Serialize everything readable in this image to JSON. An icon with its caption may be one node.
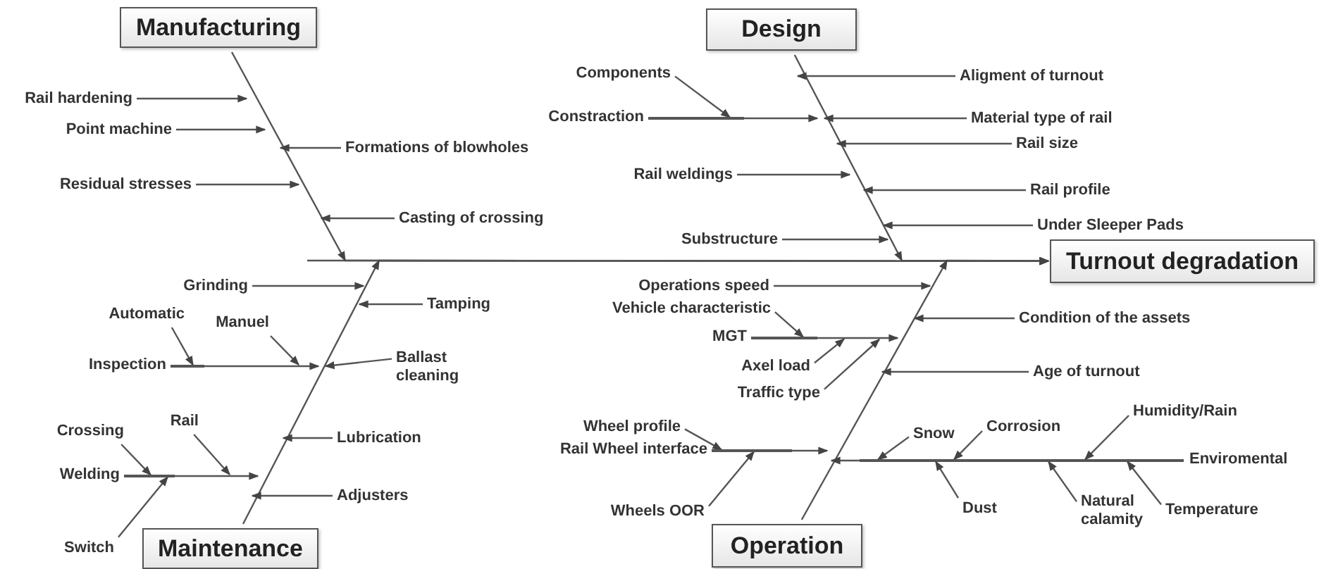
{
  "diagram": {
    "nodes": [
      {
        "text": [
          "Manufacturing"
        ]
      },
      {
        "text": [
          "Rail hardening"
        ]
      },
      {
        "text": [
          "Point machine"
        ]
      },
      {
        "text": [
          "Formations of blowholes"
        ]
      },
      {
        "text": [
          "Residual stresses"
        ]
      },
      {
        "text": [
          "Casting of crossing"
        ]
      },
      {
        "text": [
          "Design"
        ]
      },
      {
        "text": [
          "Components"
        ]
      },
      {
        "text": [
          "Aligment of turnout"
        ]
      },
      {
        "text": [
          "Constraction"
        ]
      },
      {
        "text": [
          "Material type of rail"
        ]
      },
      {
        "text": [
          "Rail size"
        ]
      },
      {
        "text": [
          "Rail weldings"
        ]
      },
      {
        "text": [
          "Rail profile"
        ]
      },
      {
        "text": [
          "Under Sleeper Pads"
        ]
      },
      {
        "text": [
          "Substructure"
        ]
      },
      {
        "text": [
          "Turnout degradation"
        ]
      },
      {
        "text": [
          "Grinding"
        ]
      },
      {
        "text": [
          "Tamping"
        ]
      },
      {
        "text": [
          "Automatic"
        ]
      },
      {
        "text": [
          "Manuel"
        ]
      },
      {
        "text": [
          "Inspection"
        ]
      },
      {
        "text": [
          "Ballast cleaning"
        ]
      },
      {
        "text": [
          "Crossing"
        ]
      },
      {
        "text": [
          "Rail"
        ]
      },
      {
        "text": [
          "Welding"
        ]
      },
      {
        "text": [
          "Lubrication"
        ]
      },
      {
        "text": [
          "Adjusters"
        ]
      },
      {
        "text": [
          "Switch"
        ]
      },
      {
        "text": [
          "Maintenance"
        ]
      },
      {
        "text": [
          "Operations speed"
        ]
      },
      {
        "text": [
          "Vehicle characteristic"
        ]
      },
      {
        "text": [
          "Condition of the assets"
        ]
      },
      {
        "text": [
          "MGT"
        ]
      },
      {
        "text": [
          "Axel load"
        ]
      },
      {
        "text": [
          "Age of turnout"
        ]
      },
      {
        "text": [
          "Traffic type"
        ]
      },
      {
        "text": [
          "Humidity/Rain"
        ]
      },
      {
        "text": [
          "Wheel profile"
        ]
      },
      {
        "text": [
          "Snow"
        ]
      },
      {
        "text": [
          "Corrosion"
        ]
      },
      {
        "text": [
          "Rail Wheel interface"
        ]
      },
      {
        "text": [
          "Enviromental"
        ]
      },
      {
        "text": [
          "Wheels OOR"
        ]
      },
      {
        "text": [
          "Dust"
        ]
      },
      {
        "text": [
          "Natural calamity"
        ]
      },
      {
        "text": [
          "Temperature"
        ]
      },
      {
        "text": [
          "Operation"
        ]
      }
    ],
    "edges": [
      {
        "from": null,
        "to": 16,
        "arrow": "to"
      },
      {
        "from": 0,
        "to": 16,
        "arrow": "to"
      },
      {
        "from": 1,
        "to": null,
        "arrow": "to"
      },
      {
        "from": 2,
        "to": null,
        "arrow": "to"
      },
      {
        "from": 3,
        "to": null,
        "arrow": "to"
      },
      {
        "from": 4,
        "to": null,
        "arrow": "to"
      },
      {
        "from": 5,
        "to": null,
        "arrow": "to"
      },
      {
        "from": 6,
        "to": 16,
        "arrow": "to"
      },
      {
        "from": 7,
        "to": 9,
        "arrow": "to"
      },
      {
        "from": 8,
        "to": 6,
        "arrow": "to"
      },
      {
        "from": 9,
        "to": null,
        "arrow": "to"
      },
      {
        "from": 10,
        "to": null,
        "arrow": "to"
      },
      {
        "from": 11,
        "to": null,
        "arrow": "to"
      },
      {
        "from": 12,
        "to": null,
        "arrow": "to"
      },
      {
        "from": 13,
        "to": null,
        "arrow": "to"
      },
      {
        "from": 14,
        "to": null,
        "arrow": "to"
      },
      {
        "from": 15,
        "to": null,
        "arrow": "to"
      },
      {
        "from": 29,
        "to": 16,
        "arrow": "to"
      },
      {
        "from": 17,
        "to": null,
        "arrow": "to"
      },
      {
        "from": 18,
        "to": null,
        "arrow": "to"
      },
      {
        "from": 19,
        "to": 21,
        "arrow": "to"
      },
      {
        "from": 20,
        "to": null,
        "arrow": "to"
      },
      {
        "from": 21,
        "to": null,
        "arrow": "to"
      },
      {
        "from": 22,
        "to": null,
        "arrow": "to"
      },
      {
        "from": 23,
        "to": 25,
        "arrow": "to"
      },
      {
        "from": 24,
        "to": null,
        "arrow": "to"
      },
      {
        "from": 25,
        "to": null,
        "arrow": "to"
      },
      {
        "from": 28,
        "to": 25,
        "arrow": "to"
      },
      {
        "from": 26,
        "to": null,
        "arrow": "to"
      },
      {
        "from": 27,
        "to": 29,
        "arrow": "to"
      },
      {
        "from": 47,
        "to": 16,
        "arrow": "to"
      },
      {
        "from": 30,
        "to": null,
        "arrow": "to"
      },
      {
        "from": 31,
        "to": 33,
        "arrow": "to"
      },
      {
        "from": 32,
        "to": null,
        "arrow": "to"
      },
      {
        "from": 33,
        "to": null,
        "arrow": "to"
      },
      {
        "from": 34,
        "to": 33,
        "arrow": "to"
      },
      {
        "from": 36,
        "to": null,
        "arrow": "to"
      },
      {
        "from": 35,
        "to": null,
        "arrow": "to"
      },
      {
        "from": 38,
        "to": 41,
        "arrow": "to"
      },
      {
        "from": 41,
        "to": null,
        "arrow": "to"
      },
      {
        "from": 43,
        "to": 41,
        "arrow": "to"
      },
      {
        "from": 42,
        "to": null,
        "arrow": "to"
      },
      {
        "from": 39,
        "to": 42,
        "arrow": "to"
      },
      {
        "from": 40,
        "to": 42,
        "arrow": "to"
      },
      {
        "from": 37,
        "to": 42,
        "arrow": "to"
      },
      {
        "from": 44,
        "to": 42,
        "arrow": "to"
      },
      {
        "from": 45,
        "to": 42,
        "arrow": "to"
      },
      {
        "from": 46,
        "to": 42,
        "arrow": "to"
      }
    ]
  }
}
